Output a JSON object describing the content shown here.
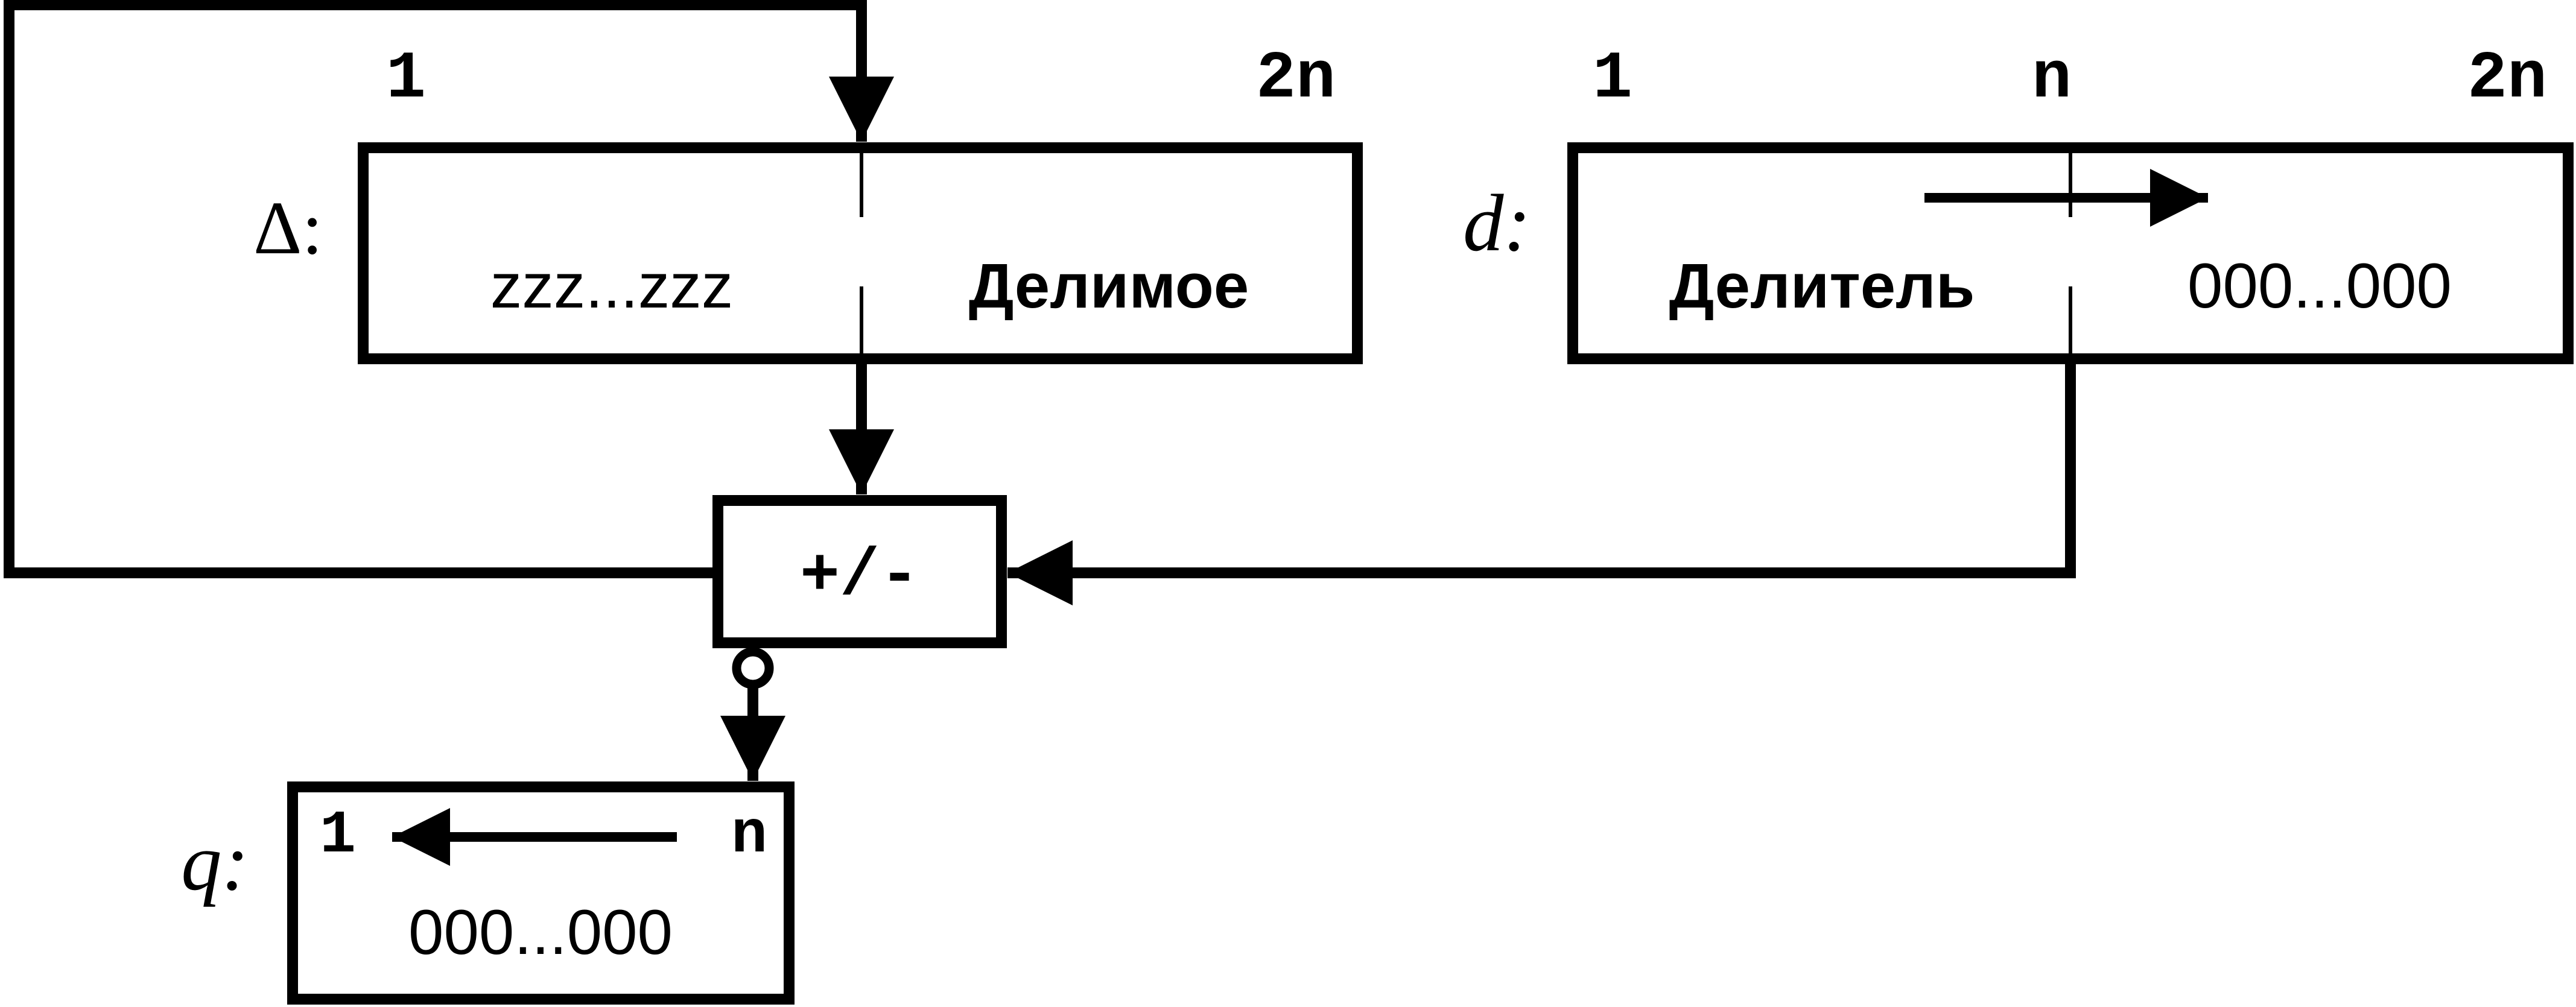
{
  "registers": {
    "delta": {
      "label": "Δ:",
      "index_left": "1",
      "index_right": "2n",
      "left_content": "zzz...zzz",
      "right_content": "Делимое"
    },
    "divisor": {
      "label": "d:",
      "index_left": "1",
      "index_mid": "n",
      "index_right": "2n",
      "left_content": "Делитель",
      "right_content": "000...000"
    },
    "quotient": {
      "label": "q:",
      "index_left": "1",
      "index_right": "n",
      "content": "000...000"
    }
  },
  "adder": {
    "label": "+/-"
  },
  "colors": {
    "stroke": "#000000",
    "background": "#ffffff"
  }
}
